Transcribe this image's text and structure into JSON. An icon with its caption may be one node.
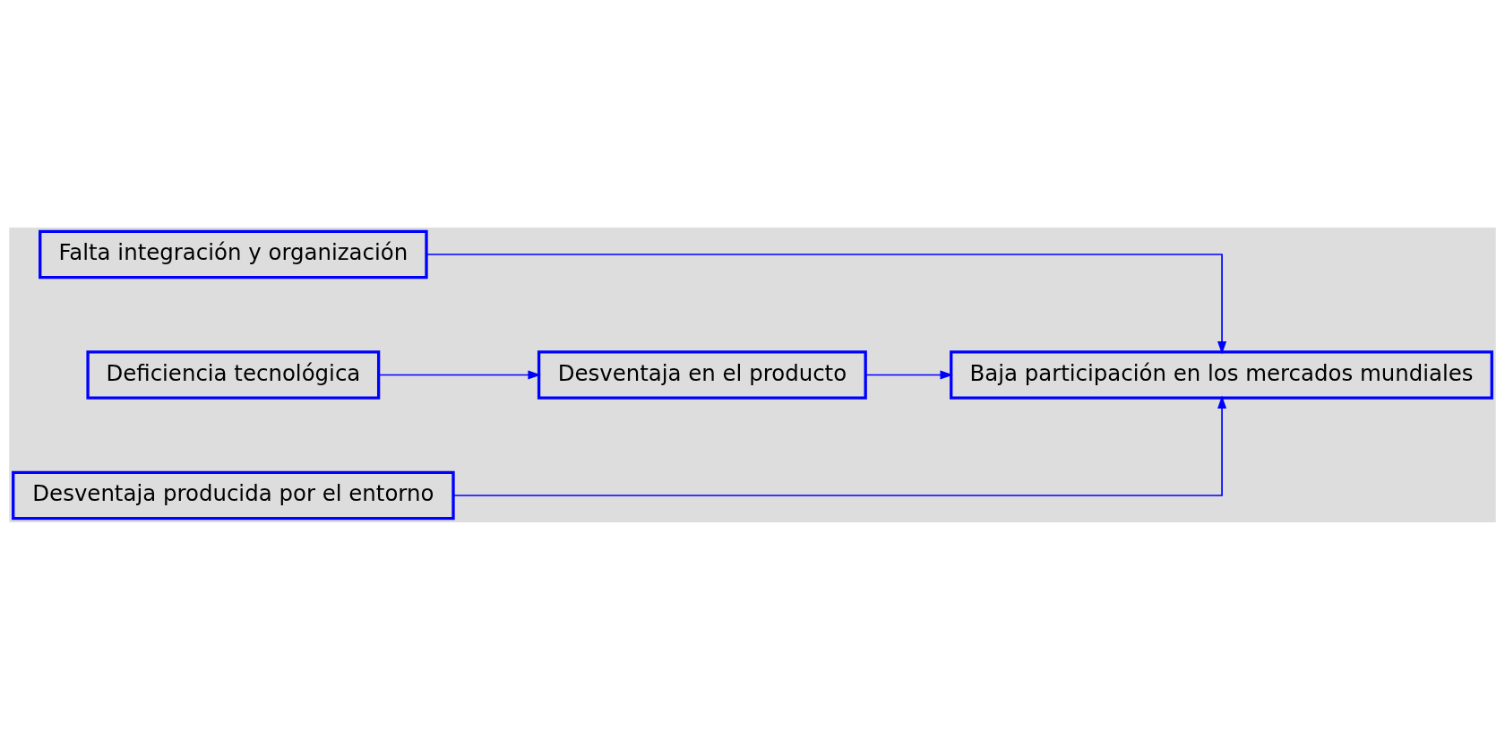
{
  "diagram": {
    "nodes": [
      {
        "text": [
          "Falta integración y organización"
        ]
      },
      {
        "text": [
          "Deficiencia tecnológica"
        ]
      },
      {
        "text": [
          "Desventaja en el producto"
        ]
      },
      {
        "text": [
          "Baja participación en los mercados mundiales"
        ]
      },
      {
        "text": [
          "Desventaja producida por el entorno"
        ]
      }
    ],
    "edges": [
      {
        "from": 0,
        "to": 3,
        "arrow": "to"
      },
      {
        "from": 1,
        "to": 2,
        "arrow": "to"
      },
      {
        "from": 2,
        "to": 3,
        "arrow": "to"
      },
      {
        "from": 4,
        "to": 3,
        "arrow": "to"
      }
    ]
  }
}
